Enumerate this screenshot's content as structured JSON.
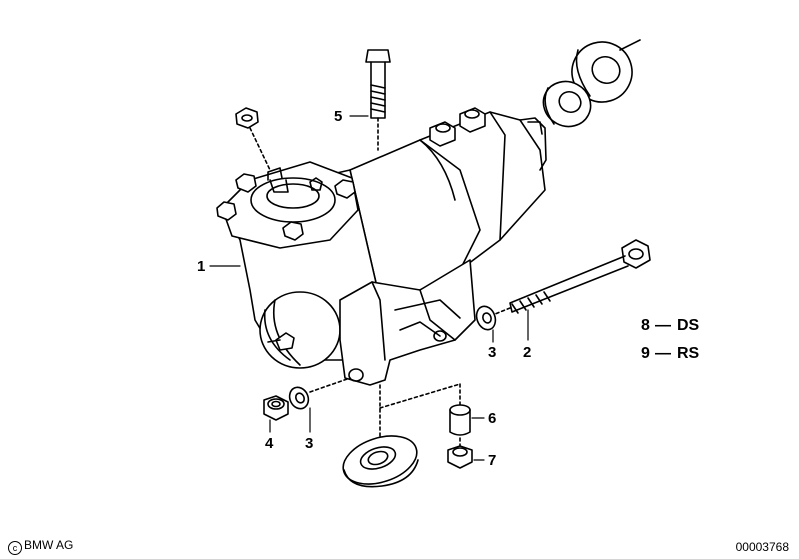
{
  "callouts": {
    "c1": "1",
    "c2": "2",
    "c3a": "3",
    "c3b": "3",
    "c4": "4",
    "c5": "5",
    "c6": "6",
    "c7": "7"
  },
  "legend": {
    "item8": {
      "num": "8",
      "dash": "—",
      "code": "DS"
    },
    "item9": {
      "num": "9",
      "dash": "—",
      "code": "RS"
    }
  },
  "footer": {
    "copyright_symbol": "c",
    "copyright_text": "BMW AG",
    "diagram_id": "00003768"
  }
}
